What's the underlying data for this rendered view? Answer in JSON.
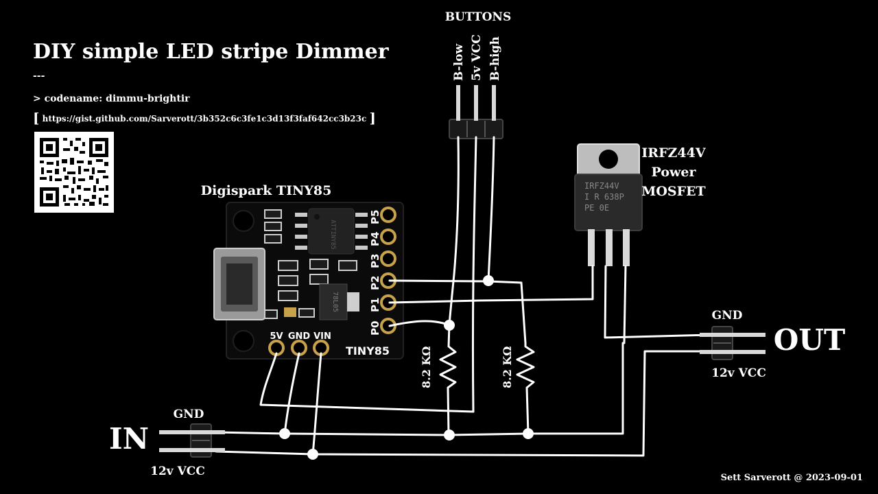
{
  "header": {
    "title": "DIY simple LED stripe Dimmer",
    "separator": "---",
    "codename_prefix": ">",
    "codename": "codename: dimmu-brightir",
    "link_open": "[",
    "link_url": "https://gist.github.com/Sarverott/3b352c6c3fe1c3d13f3faf642cc3b23c",
    "link_close": "]"
  },
  "board": {
    "title": "Digispark TINY85",
    "pin_labels": [
      "P5",
      "P4",
      "P3",
      "P2",
      "P1",
      "P0"
    ],
    "power_labels": [
      "5V",
      "GND",
      "VIN"
    ],
    "board_name": "TINY85",
    "chip_text": "ATTINY85",
    "regulator_text": "78L05"
  },
  "buttons": {
    "title": "BUTTONS",
    "pins": [
      "B-low",
      "5v VCC",
      "B-high"
    ]
  },
  "mosfet": {
    "title_line1": "IRFZ44V",
    "title_line2": "Power",
    "title_line3": "MOSFET",
    "marking_line1": "IRFZ44V",
    "marking_line2": "I R 638P",
    "marking_line3": "PE  0E"
  },
  "resistors": [
    {
      "label": "8.2 KΩ"
    },
    {
      "label": "8.2 KΩ"
    }
  ],
  "input": {
    "label": "IN",
    "gnd": "GND",
    "vcc": "12v VCC"
  },
  "output": {
    "label": "OUT",
    "gnd": "GND",
    "vcc": "12v VCC"
  },
  "credit": "Sett Sarverott @ 2023-09-01",
  "colors": {
    "background": "#000000",
    "wire": "#ffffff",
    "board": "#0a0a0a",
    "pad": "#c8a24a"
  }
}
